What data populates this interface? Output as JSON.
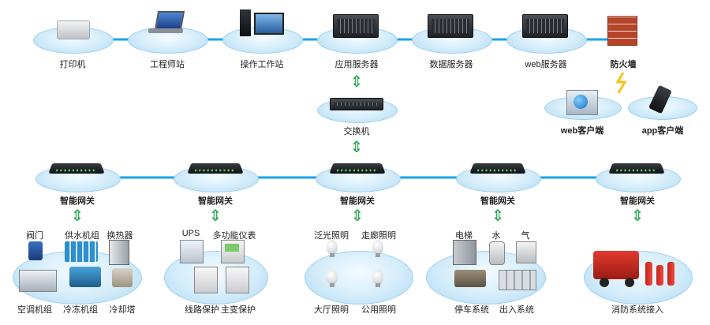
{
  "top_row": [
    "打印机",
    "工程师站",
    "操作工作站",
    "应用服务器",
    "数据服务器",
    "web服务器",
    "防火墙"
  ],
  "switch_label": "交换机",
  "clients": [
    "web客户端",
    "app客户端"
  ],
  "gateway_label": "智能网关",
  "groups": [
    {
      "labels": [
        "阀门",
        "供水机组",
        "换热器",
        "空调机组",
        "冷冻机组",
        "冷却塔"
      ]
    },
    {
      "labels": [
        "UPS",
        "多功能仪表",
        "线路保护",
        "主变保护"
      ]
    },
    {
      "labels": [
        "泛光照明",
        "走廊照明",
        "大厅照明",
        "公用照明"
      ]
    },
    {
      "labels": [
        "电梯",
        "水",
        "气",
        "停车系统",
        "出入系统"
      ]
    },
    {
      "labels": [
        "消防系统接入"
      ]
    }
  ],
  "colors": {
    "line": "#1aa3e8",
    "arrow": "#22a84b",
    "lightning": "#f6c21a"
  }
}
